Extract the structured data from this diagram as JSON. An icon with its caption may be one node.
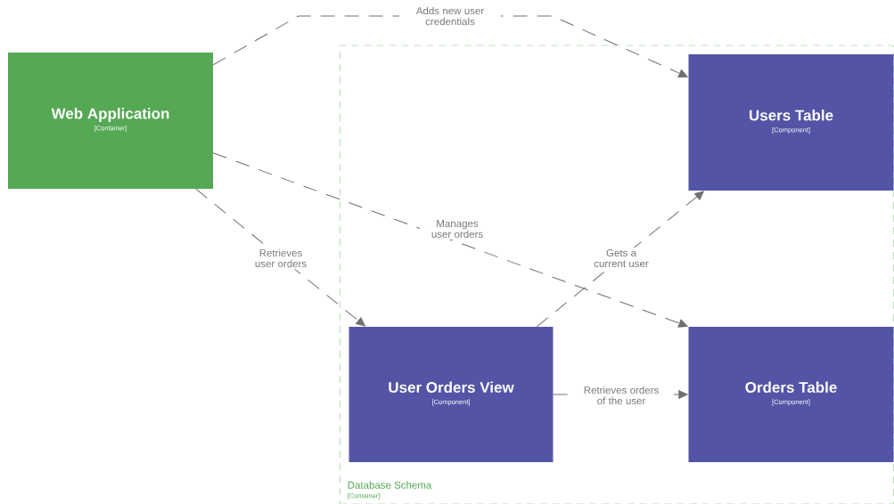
{
  "diagram": {
    "nodes": [
      {
        "text": [
          "Web Application",
          "[Container]"
        ]
      },
      {
        "text": [
          "Database Schema",
          "[Container]"
        ]
      },
      {
        "text": [
          "Users Table",
          "[Component]"
        ],
        "in": 1
      },
      {
        "text": [
          "User Orders View",
          "[Component]"
        ],
        "in": 1
      },
      {
        "text": [
          "Orders Table",
          "[Component]"
        ],
        "in": 1
      }
    ],
    "edges": [
      {
        "from": 0,
        "to": 2,
        "arrow": "to",
        "label": "Adds new user credentials",
        "style": "dashed"
      },
      {
        "from": 0,
        "to": 4,
        "arrow": "to",
        "label": "Manages user orders",
        "style": "dashed"
      },
      {
        "from": 0,
        "to": 3,
        "arrow": "to",
        "label": "Retrieves user orders",
        "style": "dashed"
      },
      {
        "from": 3,
        "to": 2,
        "arrow": "to",
        "label": "Gets a current user",
        "style": "dashed"
      },
      {
        "from": 3,
        "to": 4,
        "arrow": "to",
        "label": "Retrieves orders of the user",
        "style": "dashed"
      }
    ]
  }
}
